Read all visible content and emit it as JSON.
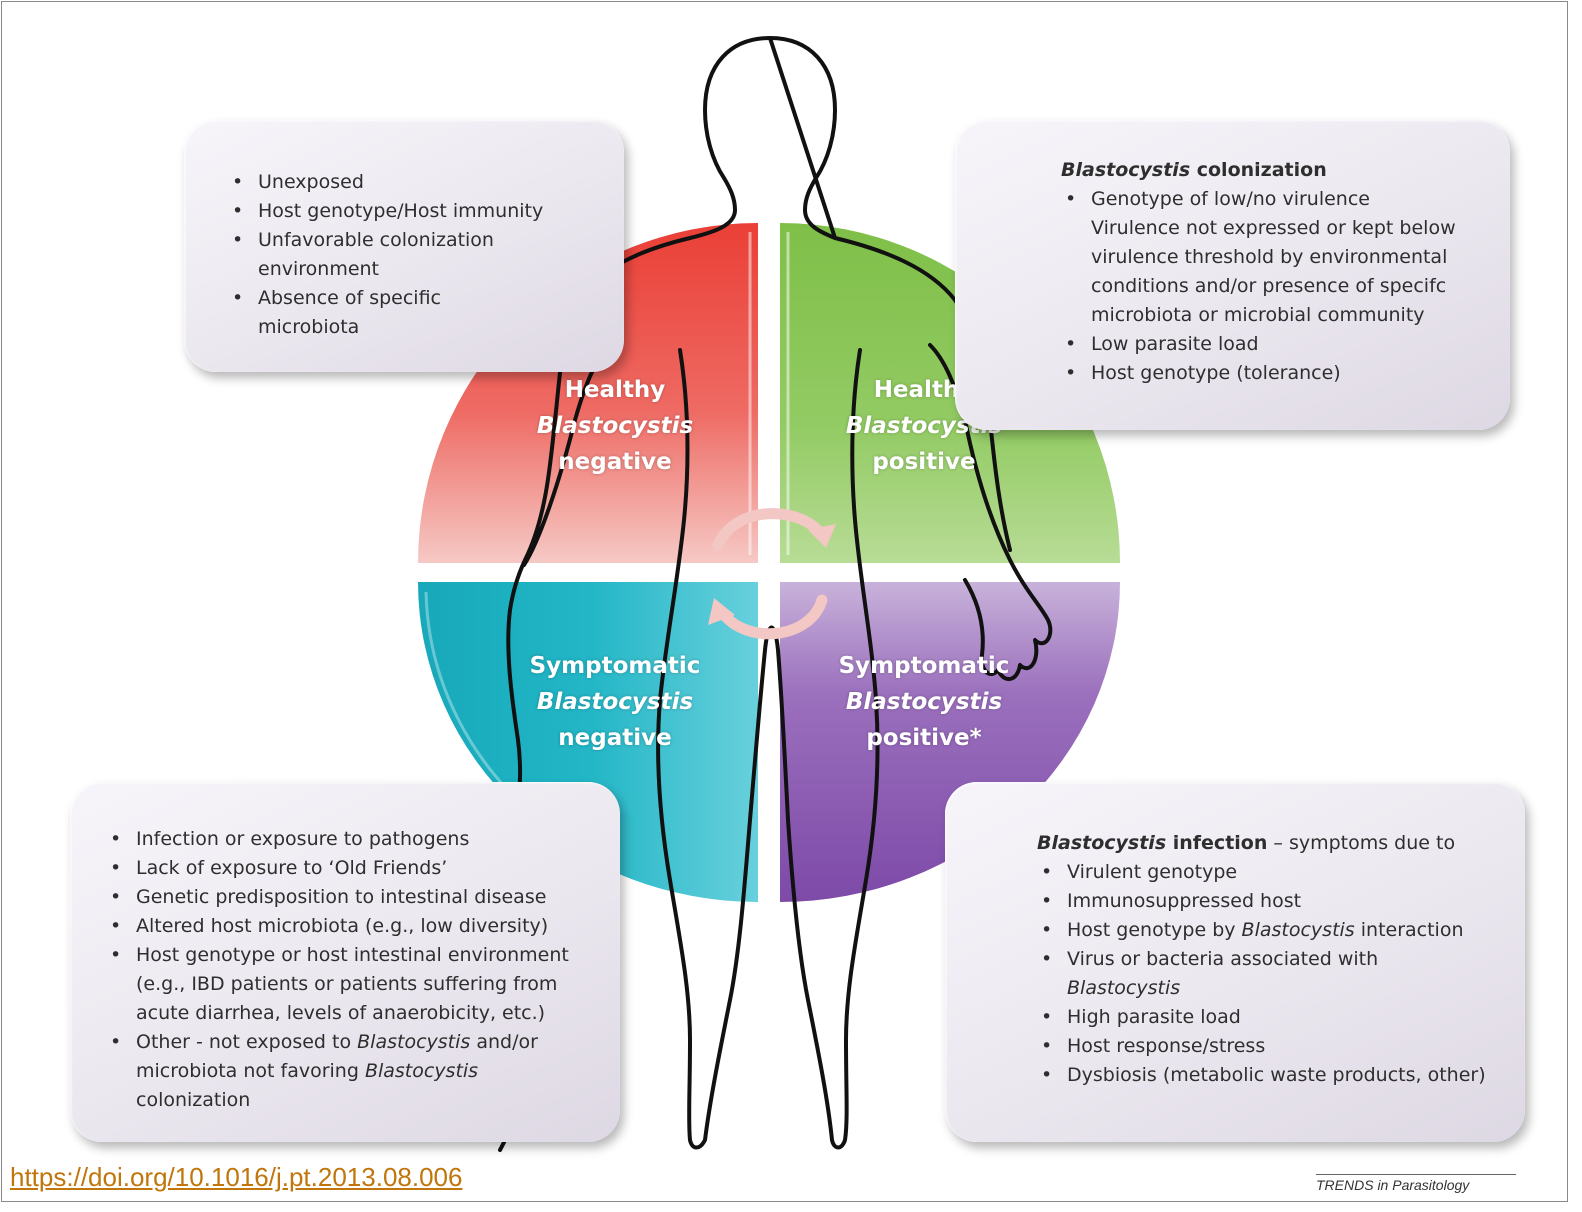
{
  "quadrants": {
    "top_left": {
      "line1": "Healthy",
      "line2": "Blastocystis",
      "line3": "negative",
      "color": "#e9524a"
    },
    "top_right": {
      "line1": "Healthy",
      "line2": "Blastocystis",
      "line3": "positive",
      "color": "#8cc65a"
    },
    "bottom_left": {
      "line1": "Symptomatic",
      "line2": "Blastocystis",
      "line3": "negative",
      "color": "#1fb3c4"
    },
    "bottom_right": {
      "line1": "Symptomatic",
      "line2": "Blastocystis",
      "line3": "positive*",
      "color": "#8a5ab0"
    }
  },
  "box_top_left": {
    "items": [
      "Unexposed",
      "Host genotype/Host immunity",
      "Unfavorable colonization",
      "environment",
      "Absence of specific",
      "microbiota"
    ]
  },
  "box_top_right": {
    "heading_italic": "Blastocystis",
    "heading_rest": " colonization",
    "items": [
      "Genotype of low/no virulence",
      "Virulence not expressed or kept below",
      "virulence threshold by environmental",
      "conditions and/or presence of specifc",
      "microbiota or microbial community",
      "Low parasite load",
      "Host genotype (tolerance)"
    ]
  },
  "box_bottom_left": {
    "items": [
      "Infection or exposure to pathogens",
      "Lack of exposure to ‘Old Friends’",
      "Genetic predisposition to intestinal disease",
      "Altered host microbiota (e.g., low diversity)",
      "Host genotype or host intestinal environment",
      "(e.g., IBD patients or patients suffering from",
      "acute diarrhea, levels of anaerobicity, etc.)",
      "Other - not exposed to ",
      "Blastocystis",
      " and/or",
      "microbiota not favoring ",
      "Blastocystis",
      "colonization"
    ]
  },
  "box_bottom_right": {
    "heading_italic": "Blastocystis",
    "heading_bold": " infection",
    "heading_rest": " – symptoms due to",
    "items": [
      "Virulent genotype",
      "Immunosuppressed host",
      "Host genotype by ",
      "Blastocystis",
      " interaction",
      "Virus or bacteria associated with",
      "Blastocystis",
      "High parasite load",
      "Host response/stress",
      "Dysbiosis (metabolic waste products, other)"
    ]
  },
  "footer": {
    "doi": "https://doi.org/10.1016/j.pt.2013.08.006",
    "credit": "TRENDS in Parasitology"
  }
}
